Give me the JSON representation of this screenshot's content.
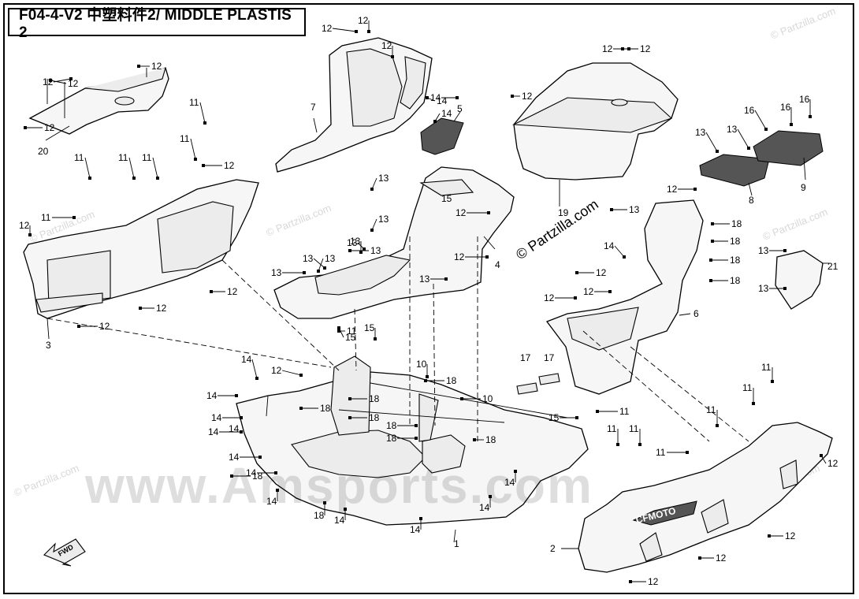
{
  "diagram": {
    "title": "F04-4-V2 中塑料件2/ MIDDLE PLASTIS 2",
    "watermark_main": "www.Amsports.com",
    "watermark_partzilla": "© Partzilla.com",
    "watermark_small": "© Partzilla.com",
    "fwd_label": "FWD",
    "brand_logo_text": "CFMOTO"
  },
  "part_labels": [
    "1",
    "2",
    "3",
    "4",
    "5",
    "6",
    "7",
    "8",
    "9",
    "10",
    "11",
    "12",
    "13",
    "14",
    "15",
    "16",
    "17",
    "18",
    "19",
    "20",
    "21"
  ]
}
